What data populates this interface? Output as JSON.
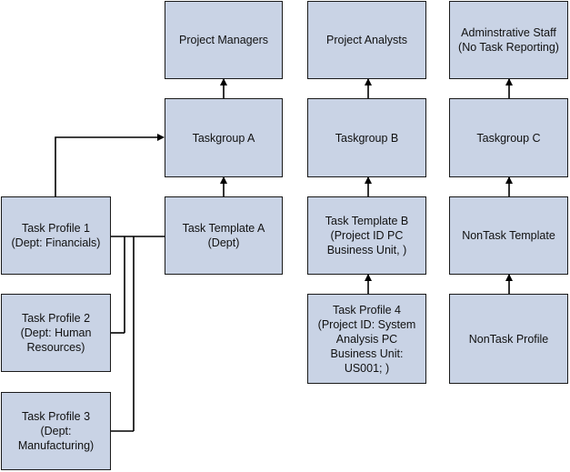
{
  "diagram": {
    "colors": {
      "box_fill": "#c9d3e5",
      "box_border": "#1a1a1a",
      "line": "#000000"
    },
    "nodes": {
      "project_managers": "Project Managers",
      "project_analysts": "Project Analysts",
      "admin_staff": "Adminstrative Staff\n(No Task Reporting)",
      "taskgroup_a": "Taskgroup A",
      "taskgroup_b": "Taskgroup B",
      "taskgroup_c": "Taskgroup C",
      "task_profile_1": "Task Profile 1\n(Dept: Financials)",
      "task_template_a": "Task Template A\n(Dept)",
      "task_template_b": "Task Template B\n(Project ID PC\nBusiness Unit, )",
      "nontask_template": "NonTask Template",
      "task_profile_2": "Task Profile 2\n(Dept: Human\nResources)",
      "task_profile_4": "Task Profile 4\n(Project ID: System\nAnalysis PC\nBusiness Unit:\nUS001; )",
      "nontask_profile": "NonTask Profile",
      "task_profile_3": "Task Profile   3\n(Dept:\nManufacturing)"
    }
  }
}
